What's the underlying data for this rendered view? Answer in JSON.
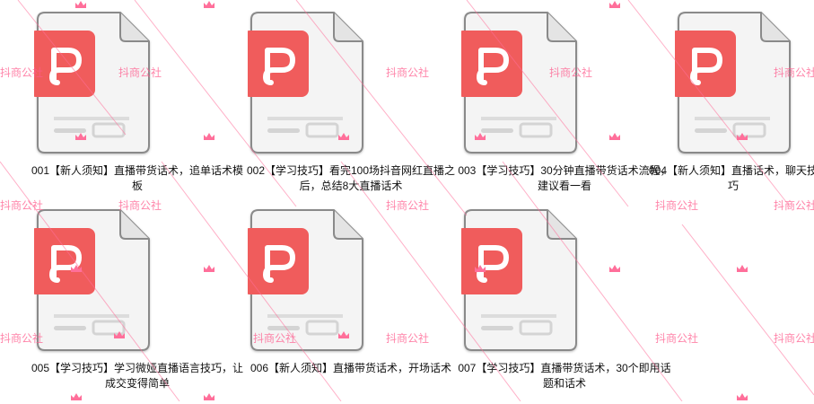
{
  "watermark": {
    "text": "抖商公社",
    "color": "#ff5a8c"
  },
  "file_icon": {
    "name": "pdf-file-icon",
    "badge_color": "#f05c5c",
    "sheet_color": "#f4f4f4"
  },
  "files": [
    {
      "name": "001【新人须知】直播带货话术，追单话术模板"
    },
    {
      "name": "002【学习技巧】看完100场抖音网红直播之后，总结8大直播话术"
    },
    {
      "name": "003【学习技巧】30分钟直播带货话术流程，建议看一看"
    },
    {
      "name": "004【新人须知】直播话术，聊天技巧"
    },
    {
      "name": "005【学习技巧】学习微娅直播语言技巧，让成交变得简单"
    },
    {
      "name": "006【新人须知】直播带货话术，开场话术"
    },
    {
      "name": "007【学习技巧】直播带货话术，30个即用话题和话术"
    }
  ]
}
